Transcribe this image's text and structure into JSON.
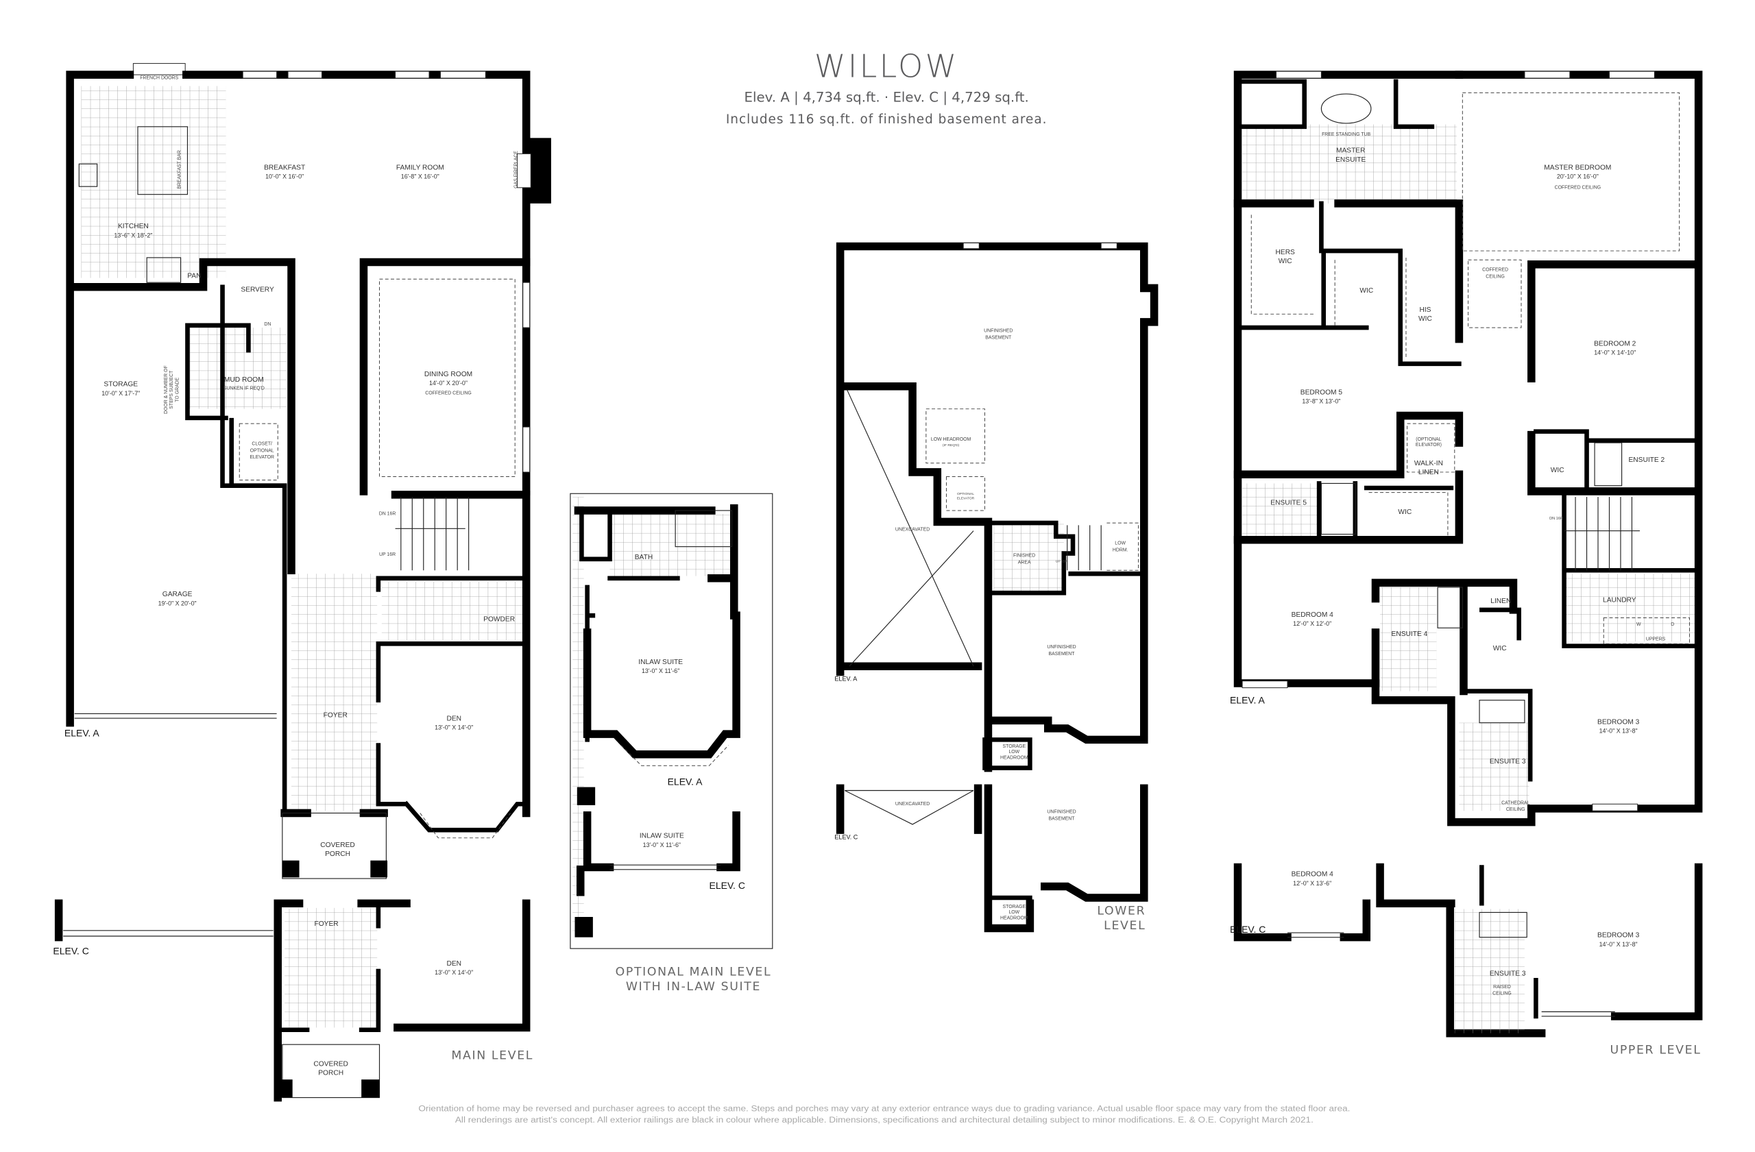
{
  "header": {
    "title": "WILLOW",
    "areas": "Elev. A  |  4,734 sq.ft.  ·  Elev. C  |  4,729 sq.ft.",
    "basement_note": "Includes 116 sq.ft. of finished basement area."
  },
  "footer": {
    "line1": "Orientation of home may be reversed and purchaser agrees to accept the same. Steps and porches may vary at any exterior entrance ways due to grading variance. Actual usable floor space may vary from the stated floor area.",
    "line2": "All renderings are artist's concept. All exterior railings are black in colour where applicable. Dimensions, specifications and architectural detailing subject to minor modifications. E. & O.E. Copyright March 2021."
  },
  "main_level": {
    "label": "MAIN LEVEL",
    "elev_a": "ELEV. A",
    "elev_c": "ELEV. C",
    "french_doors": "FRENCH DOORS",
    "breakfast_bar": "BREAKFAST BAR",
    "gas_fireplace": "GAS FIREPLACE",
    "kitchen": {
      "name": "KITCHEN",
      "dims": "13'-6\" X 18'-2\""
    },
    "breakfast": {
      "name": "BREAKFAST",
      "dims": "10'-0\" X 16'-0\""
    },
    "family_room": {
      "name": "FAMILY ROOM",
      "dims": "16'-8\" X 16'-0\""
    },
    "dining_room": {
      "name": "DINING ROOM",
      "dims": "14'-0\" X 20'-0\"",
      "note": "COFFERED CEILING"
    },
    "pan": "PAN",
    "servery": "SERVERY",
    "mud_room": {
      "name": "MUD ROOM",
      "note": "SUNKEN IF REQ'D"
    },
    "door_note": [
      "DOOR & NUMBER OF",
      "STEPS SUBJECT",
      "TO GRADE"
    ],
    "closet": [
      "CLOSET/",
      "OPTIONAL",
      "ELEVATOR"
    ],
    "storage": {
      "name": "STORAGE",
      "dims": "10'-0\" X 17'-7\""
    },
    "garage": {
      "name": "GARAGE",
      "dims": "19'-0\" X 20'-0\""
    },
    "stairs_dn": "DN 16R",
    "stairs_up": "UP 16R",
    "dn": "DN",
    "powder": "POWDER",
    "foyer": "FOYER",
    "den": {
      "name": "DEN",
      "dims": "13'-0\" X 14'-0\""
    },
    "covered_porch": [
      "COVERED",
      "PORCH"
    ]
  },
  "inlaw": {
    "label": [
      "OPTIONAL MAIN LEVEL",
      "WITH IN-LAW SUITE"
    ],
    "bath": "BATH",
    "suite": {
      "name": "INLAW SUITE",
      "dims": "13'-0\" X 11'-6\""
    },
    "elev_a": "ELEV. A",
    "elev_c": "ELEV. C"
  },
  "lower_level": {
    "label": [
      "LOWER",
      "LEVEL"
    ],
    "unfinished": [
      "UNFINISHED",
      "BASEMENT"
    ],
    "unexcavated": "UNEXCAVATED",
    "low_headroom": {
      "name": "LOW HEADROOM",
      "note": "(IF REQ'D)"
    },
    "optional_elevator": [
      "OPTIONAL",
      "ELEVATOR"
    ],
    "finished_area": [
      "FINISHED",
      "AREA"
    ],
    "low_hdrm": [
      "LOW",
      "HDRM."
    ],
    "storage": [
      "STORAGE",
      "LOW",
      "HEADROOM"
    ],
    "up": "UP 15R",
    "elev_a": "ELEV. A",
    "elev_c": "ELEV. C"
  },
  "upper_level": {
    "label": "UPPER LEVEL",
    "elev_a": "ELEV. A",
    "elev_c": "ELEV. C",
    "free_standing_tub": "FREE STANDING TUB",
    "master_ensuite": [
      "MASTER",
      "ENSUITE"
    ],
    "master_bedroom": {
      "name": "MASTER BEDROOM",
      "dims": "20'-10\" X 16'-0\"",
      "note": "COFFERED CEILING"
    },
    "hers_wic": [
      "HERS",
      "WIC"
    ],
    "his_wic": [
      "HIS",
      "WIC"
    ],
    "wic": "WIC",
    "coffered_ceiling": [
      "COFFERED",
      "CEILING"
    ],
    "bedroom2": {
      "name": "BEDROOM 2",
      "dims": "14'-0\" X 14'-10\""
    },
    "bedroom5": {
      "name": "BEDROOM 5",
      "dims": "13'-8\" X 13'-0\""
    },
    "optional_elevator": [
      "(OPTIONAL",
      "ELEVATOR)"
    ],
    "walk_in_linen": [
      "WALK-IN",
      "LINEN"
    ],
    "ensuite2": "ENSUITE 2",
    "ensuite5": "ENSUITE 5",
    "dn": "DN 16R",
    "bedroom4": {
      "name": "BEDROOM 4",
      "dims": "12'-0\" X 12'-0\""
    },
    "bedroom4_c": {
      "name": "BEDROOM 4",
      "dims": "12'-0\" X 13'-6\""
    },
    "ensuite4": "ENSUITE 4",
    "linen": "LINEN",
    "laundry": "LAUNDRY",
    "uppers": "UPPERS",
    "washer": "W",
    "dryer": "D",
    "bedroom3": {
      "name": "BEDROOM 3",
      "dims": "14'-0\" X 13'-8\""
    },
    "ensuite3": "ENSUITE 3",
    "cathedral_ceiling": [
      "CATHEDRAL",
      "CEILING"
    ],
    "raised_ceiling": [
      "RAISED",
      "CEILING"
    ]
  }
}
